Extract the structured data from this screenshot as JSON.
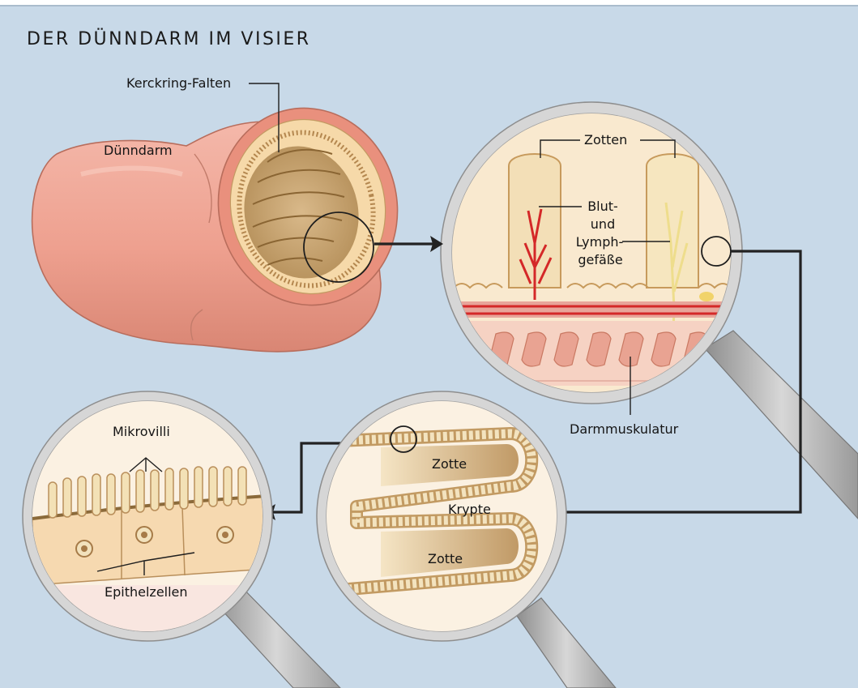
{
  "title": "DER DÜNNDARM IM VISIER",
  "labels": {
    "kerckring": "Kerckring-Falten",
    "duenndarm": "Dünndarm",
    "zotten": "Zotten",
    "blut": "Blut-",
    "und": "und",
    "lymph": "Lymph-",
    "gefaesse": "gefäße",
    "darmmuskulatur": "Darmmuskulatur",
    "mikrovilli": "Mikrovilli",
    "epithelzellen": "Epithelzellen",
    "zotte_top": "Zotte",
    "krypte": "Krypte",
    "zotte_bottom": "Zotte"
  },
  "colors": {
    "background": "#c8d9e8",
    "intestine": "#efa696",
    "blood": "#d42828",
    "lymph": "#f3e6a0",
    "tissue": "#f2dcb0",
    "lens_rim": "#b9b9b9",
    "arrow": "#222222"
  }
}
